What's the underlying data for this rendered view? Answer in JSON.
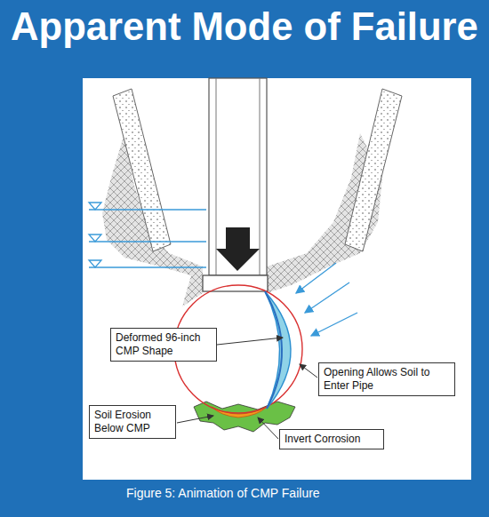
{
  "diagram": {
    "title": "Apparent Mode of Failure",
    "caption": "Figure 5: Animation of CMP Failure",
    "nodes": [
      {
        "text": [
          "Deformed 96-inch CMP Shape"
        ]
      },
      {
        "text": [
          "Opening Allows Soil to Enter Pipe"
        ]
      },
      {
        "text": [
          "Soil Erosion Below CMP"
        ]
      },
      {
        "text": [
          "Invert Corrosion"
        ]
      }
    ]
  }
}
